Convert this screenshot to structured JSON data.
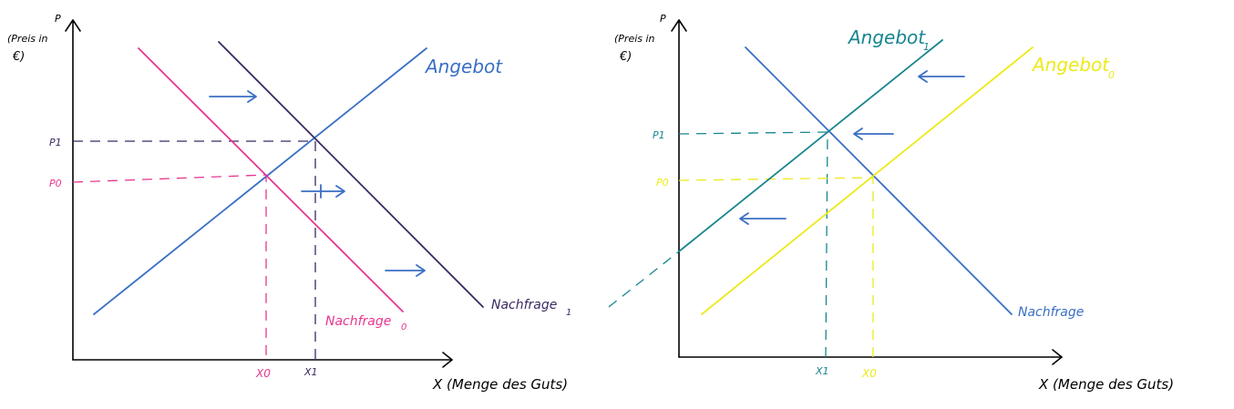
{
  "colors": {
    "supply_blue": "#3a6fc4",
    "demand0_pink": "#e8368f",
    "demand1_purple": "#3b2a63",
    "supply1_teal": "#17858f",
    "supply0_yellow": "#ecea1a",
    "axis": "#000000"
  },
  "left": {
    "y_axis_symbol": "P",
    "y_axis_label_line1": "(Preis in",
    "y_axis_label_line2": "€)",
    "x_axis_label": "X (Menge des Guts)",
    "supply_label": "Angebot",
    "demand0_label": "Nachfrage",
    "demand0_sub": "0",
    "demand1_label": "Nachfrage",
    "demand1_sub": "1",
    "p1_label": "P1",
    "p0_label": "P0",
    "x0_label": "X0",
    "x1_label": "X1"
  },
  "right": {
    "y_axis_symbol": "P",
    "y_axis_label_line1": "(Preis in",
    "y_axis_label_line2": "€)",
    "x_axis_label": "X (Menge des Guts)",
    "supply1_label": "Angebot",
    "supply1_sub": "1",
    "supply0_label": "Angebot",
    "supply0_sub": "0",
    "demand_label": "Nachfrage",
    "p1_label": "P1",
    "p0_label": "P0",
    "x1_label": "X1",
    "x0_label": "X0"
  }
}
